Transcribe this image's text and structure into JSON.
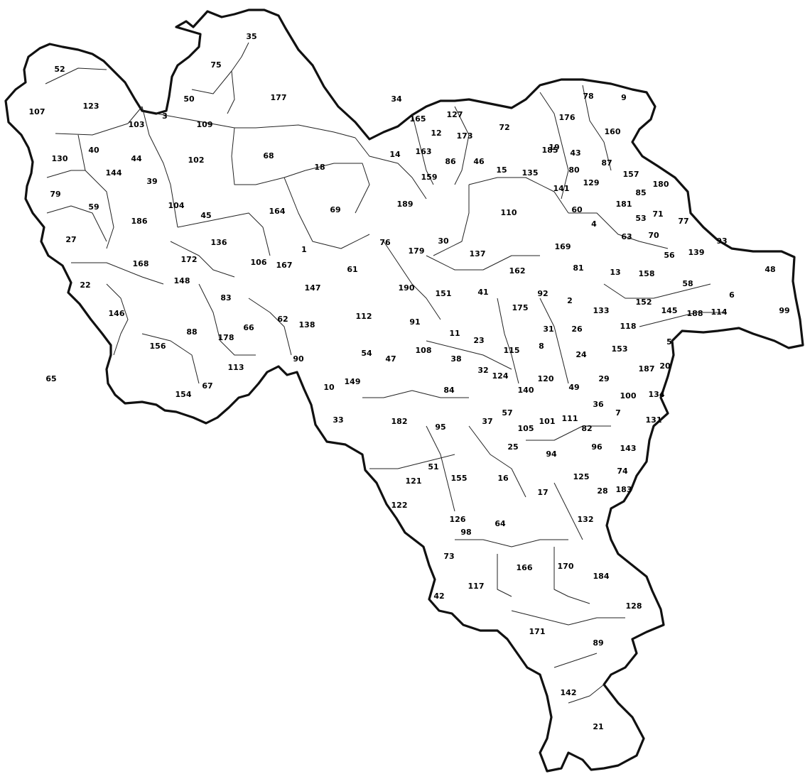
{
  "map": {
    "type": "administrative-district-map",
    "colors": {
      "background": "#ffffff",
      "border": "#111111",
      "label": "#000000"
    },
    "regions": [
      {
        "id": "1"
      },
      {
        "id": "2"
      },
      {
        "id": "3"
      },
      {
        "id": "4"
      },
      {
        "id": "5"
      },
      {
        "id": "6"
      },
      {
        "id": "7"
      },
      {
        "id": "8"
      },
      {
        "id": "9"
      },
      {
        "id": "10"
      },
      {
        "id": "11"
      },
      {
        "id": "12"
      },
      {
        "id": "13"
      },
      {
        "id": "14"
      },
      {
        "id": "15"
      },
      {
        "id": "16"
      },
      {
        "id": "17"
      },
      {
        "id": "18"
      },
      {
        "id": "19"
      },
      {
        "id": "20"
      },
      {
        "id": "21"
      },
      {
        "id": "22"
      },
      {
        "id": "23"
      },
      {
        "id": "24"
      },
      {
        "id": "25"
      },
      {
        "id": "26"
      },
      {
        "id": "27"
      },
      {
        "id": "28"
      },
      {
        "id": "29"
      },
      {
        "id": "30"
      },
      {
        "id": "31"
      },
      {
        "id": "32"
      },
      {
        "id": "33"
      },
      {
        "id": "34"
      },
      {
        "id": "35"
      },
      {
        "id": "36"
      },
      {
        "id": "37"
      },
      {
        "id": "38"
      },
      {
        "id": "39"
      },
      {
        "id": "40"
      },
      {
        "id": "41"
      },
      {
        "id": "42"
      },
      {
        "id": "43"
      },
      {
        "id": "44"
      },
      {
        "id": "45"
      },
      {
        "id": "46"
      },
      {
        "id": "47"
      },
      {
        "id": "48"
      },
      {
        "id": "49"
      },
      {
        "id": "50"
      },
      {
        "id": "51"
      },
      {
        "id": "52"
      },
      {
        "id": "53"
      },
      {
        "id": "54"
      },
      {
        "id": "56"
      },
      {
        "id": "57"
      },
      {
        "id": "58"
      },
      {
        "id": "59"
      },
      {
        "id": "60"
      },
      {
        "id": "61"
      },
      {
        "id": "62"
      },
      {
        "id": "63"
      },
      {
        "id": "64"
      },
      {
        "id": "65"
      },
      {
        "id": "66"
      },
      {
        "id": "67"
      },
      {
        "id": "68"
      },
      {
        "id": "69"
      },
      {
        "id": "70"
      },
      {
        "id": "71"
      },
      {
        "id": "72"
      },
      {
        "id": "73"
      },
      {
        "id": "74"
      },
      {
        "id": "75"
      },
      {
        "id": "76"
      },
      {
        "id": "77"
      },
      {
        "id": "78"
      },
      {
        "id": "79"
      },
      {
        "id": "80"
      },
      {
        "id": "81"
      },
      {
        "id": "82"
      },
      {
        "id": "83"
      },
      {
        "id": "84"
      },
      {
        "id": "85"
      },
      {
        "id": "86"
      },
      {
        "id": "87"
      },
      {
        "id": "88"
      },
      {
        "id": "89"
      },
      {
        "id": "90"
      },
      {
        "id": "91"
      },
      {
        "id": "92"
      },
      {
        "id": "93"
      },
      {
        "id": "94"
      },
      {
        "id": "95"
      },
      {
        "id": "96"
      },
      {
        "id": "98"
      },
      {
        "id": "99"
      },
      {
        "id": "100"
      },
      {
        "id": "101"
      },
      {
        "id": "102"
      },
      {
        "id": "103"
      },
      {
        "id": "104"
      },
      {
        "id": "105"
      },
      {
        "id": "106"
      },
      {
        "id": "107"
      },
      {
        "id": "108"
      },
      {
        "id": "109"
      },
      {
        "id": "110"
      },
      {
        "id": "111"
      },
      {
        "id": "112"
      },
      {
        "id": "113"
      },
      {
        "id": "114"
      },
      {
        "id": "115"
      },
      {
        "id": "117"
      },
      {
        "id": "118"
      },
      {
        "id": "120"
      },
      {
        "id": "121"
      },
      {
        "id": "122"
      },
      {
        "id": "123"
      },
      {
        "id": "124"
      },
      {
        "id": "125"
      },
      {
        "id": "126"
      },
      {
        "id": "127"
      },
      {
        "id": "128"
      },
      {
        "id": "129"
      },
      {
        "id": "130"
      },
      {
        "id": "131"
      },
      {
        "id": "132"
      },
      {
        "id": "133"
      },
      {
        "id": "134"
      },
      {
        "id": "135"
      },
      {
        "id": "136"
      },
      {
        "id": "137"
      },
      {
        "id": "138"
      },
      {
        "id": "139"
      },
      {
        "id": "140"
      },
      {
        "id": "141"
      },
      {
        "id": "142"
      },
      {
        "id": "143"
      },
      {
        "id": "144"
      },
      {
        "id": "145"
      },
      {
        "id": "146"
      },
      {
        "id": "147"
      },
      {
        "id": "148"
      },
      {
        "id": "149"
      },
      {
        "id": "151"
      },
      {
        "id": "152"
      },
      {
        "id": "153"
      },
      {
        "id": "154"
      },
      {
        "id": "155"
      },
      {
        "id": "156"
      },
      {
        "id": "157"
      },
      {
        "id": "158"
      },
      {
        "id": "159"
      },
      {
        "id": "160"
      },
      {
        "id": "162"
      },
      {
        "id": "163"
      },
      {
        "id": "164"
      },
      {
        "id": "165"
      },
      {
        "id": "166"
      },
      {
        "id": "167"
      },
      {
        "id": "168"
      },
      {
        "id": "169"
      },
      {
        "id": "170"
      },
      {
        "id": "171"
      },
      {
        "id": "172"
      },
      {
        "id": "173"
      },
      {
        "id": "175"
      },
      {
        "id": "176"
      },
      {
        "id": "177"
      },
      {
        "id": "178"
      },
      {
        "id": "179"
      },
      {
        "id": "180"
      },
      {
        "id": "181"
      },
      {
        "id": "182"
      },
      {
        "id": "183"
      },
      {
        "id": "184"
      },
      {
        "id": "185"
      },
      {
        "id": "186"
      },
      {
        "id": "187"
      },
      {
        "id": "188"
      },
      {
        "id": "189"
      },
      {
        "id": "190"
      }
    ]
  }
}
